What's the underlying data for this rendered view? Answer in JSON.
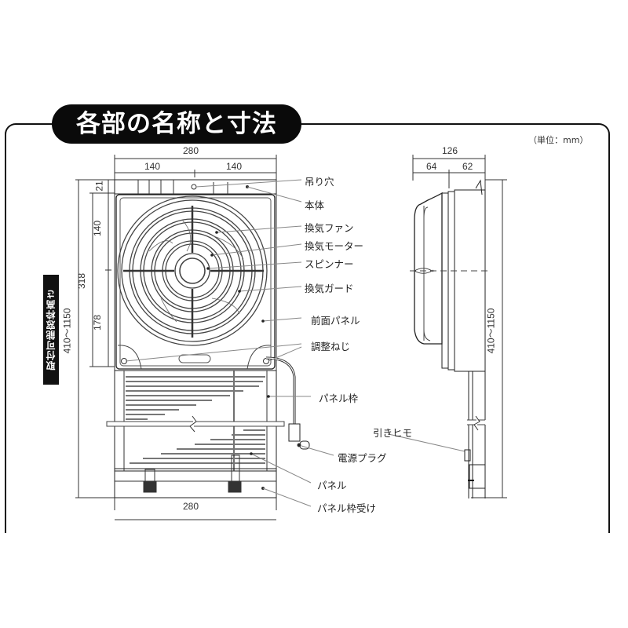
{
  "title": "各部の名称と寸法",
  "unit_note": "（単位：mm）",
  "side_label": "取付可能窓枠高さ",
  "front_view": {
    "dimensions": {
      "top_total": "280",
      "top_left": "140",
      "top_right": "140",
      "bottom_width": "280",
      "v_top": "21",
      "v_upper": "140",
      "v_lower": "178",
      "v_body": "318",
      "v_range": "410～1150"
    },
    "parts": [
      {
        "id": "hanging-hole",
        "label": "吊り穴"
      },
      {
        "id": "main-body",
        "label": "本体"
      },
      {
        "id": "ventilation-fan",
        "label": "換気ファン"
      },
      {
        "id": "ventilation-motor",
        "label": "換気モーター"
      },
      {
        "id": "spinner",
        "label": "スピンナー"
      },
      {
        "id": "ventilation-guard",
        "label": "換気ガード"
      },
      {
        "id": "front-panel",
        "label": "前面パネル"
      },
      {
        "id": "adjustment-screw",
        "label": "調整ねじ"
      },
      {
        "id": "panel-frame",
        "label": "パネル枠"
      },
      {
        "id": "power-plug",
        "label": "電源プラグ"
      },
      {
        "id": "panel",
        "label": "パネル"
      },
      {
        "id": "panel-frame-holder",
        "label": "パネル枠受け"
      }
    ]
  },
  "side_view": {
    "dimensions": {
      "total_depth": "126",
      "front_depth": "64",
      "rear_depth": "62",
      "v_range": "410～1150"
    },
    "parts": [
      {
        "id": "pull-cord",
        "label": "引きヒモ"
      }
    ]
  }
}
